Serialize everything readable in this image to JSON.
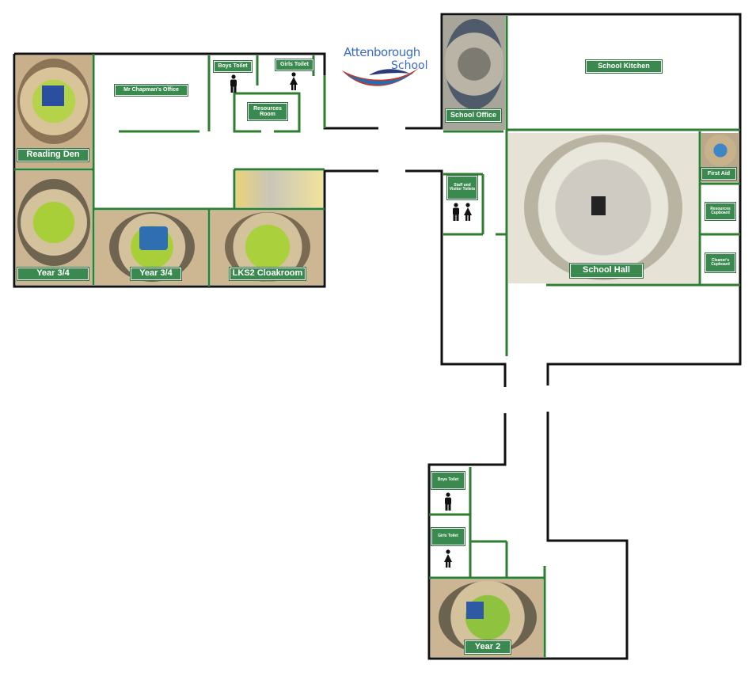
{
  "logo": {
    "line1": "Attenborough",
    "line2": "School",
    "colors": [
      "#3b6bc4",
      "#c0392b",
      "#1e6fb5"
    ]
  },
  "rooms": {
    "reading_den": "Reading Den",
    "year34_a": "Year 3/4",
    "year34_b": "Year 3/4",
    "lks2_cloakroom": "LKS2 Cloakroom",
    "mr_chapman_office": "Mr Chapman's Office",
    "boys_toilet_top": "Boys Toilet",
    "girls_toilet_top": "Girls Toilet",
    "resources_room": "Resources Room",
    "school_office": "School Office",
    "school_kitchen": "School Kitchen",
    "staff_visitor_toilets": "Staff and Visitor Toilets",
    "school_hall": "School Hall",
    "first_aid": "First Aid",
    "resources_cupboard": "Resources Cupboard",
    "cleaners_cupboard": "Cleaner's Cupboard",
    "boys_toilet_bottom": "Boys Toilet",
    "girls_toilet_bottom": "Girls Toilet",
    "year2": "Year 2"
  },
  "icons": {
    "male": "person-male-icon",
    "female": "person-female-icon"
  },
  "colors": {
    "wall": "#111111",
    "green_wall": "#2e7d32",
    "label_bg": "#3a8a4f",
    "floor": "#9acd32"
  }
}
